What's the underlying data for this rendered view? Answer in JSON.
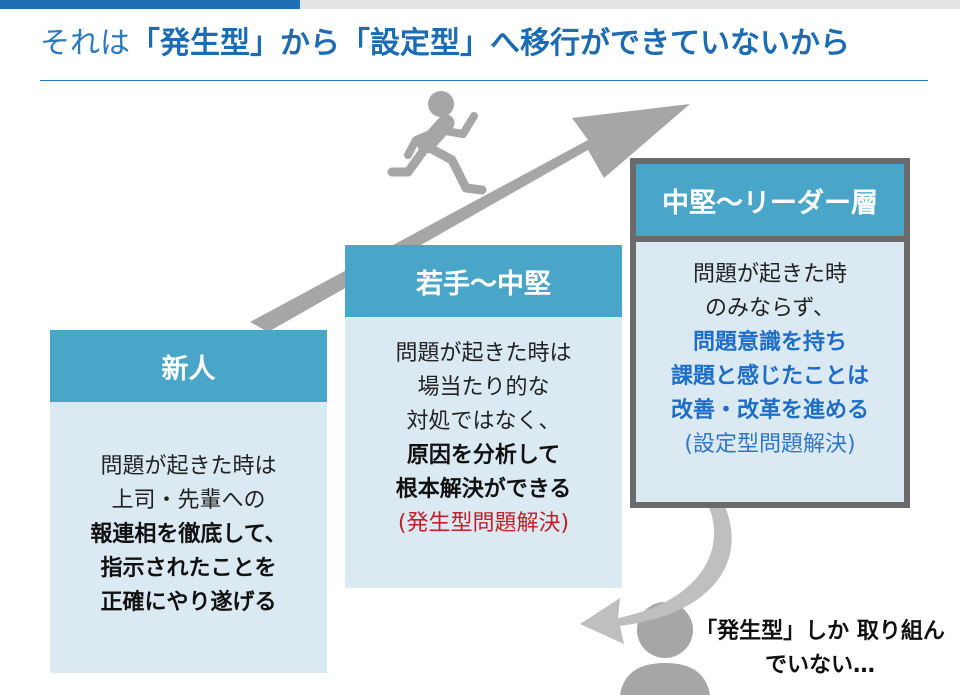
{
  "title": {
    "prefix": "それは",
    "highlight": "「発生型」から「設定型」へ移行ができていないから"
  },
  "stages": [
    {
      "heading": "新人",
      "lines": [
        {
          "text": "問題が起きた時は",
          "style": "normal"
        },
        {
          "text": "上司・先輩への",
          "style": "normal"
        },
        {
          "text": "報連相を徹底して、",
          "style": "bold"
        },
        {
          "text": "指示されたことを",
          "style": "bold"
        },
        {
          "text": "正確にやり遂げる",
          "style": "bold"
        }
      ]
    },
    {
      "heading": "若手～中堅",
      "lines": [
        {
          "text": "問題が起きた時は",
          "style": "normal"
        },
        {
          "text": "場当たり的な",
          "style": "normal"
        },
        {
          "text": "対処ではなく、",
          "style": "normal"
        },
        {
          "text": "原因を分析して",
          "style": "bold"
        },
        {
          "text": "根本解決ができる",
          "style": "bold"
        },
        {
          "text": "(発生型問題解決)",
          "style": "red"
        }
      ]
    },
    {
      "heading": "中堅～リーダー層",
      "lines": [
        {
          "text": "問題が起きた時",
          "style": "normal"
        },
        {
          "text": "のみならず、",
          "style": "normal"
        },
        {
          "text": "問題意識を持ち",
          "style": "blue"
        },
        {
          "text": "課題と感じたことは",
          "style": "blue"
        },
        {
          "text": "改善・改革を進める",
          "style": "blue"
        },
        {
          "text": "(設定型問題解決)",
          "style": "bluelt"
        }
      ]
    }
  ],
  "note": {
    "line1": "「発生型」しか",
    "line2": "取り組んでいない…"
  },
  "colors": {
    "accent": "#1f6fb4",
    "header": "#4aa6c8",
    "box": "#dbeaf2",
    "frame": "#6b6b6b",
    "red": "#c0202a",
    "blue": "#1e6ec8"
  }
}
